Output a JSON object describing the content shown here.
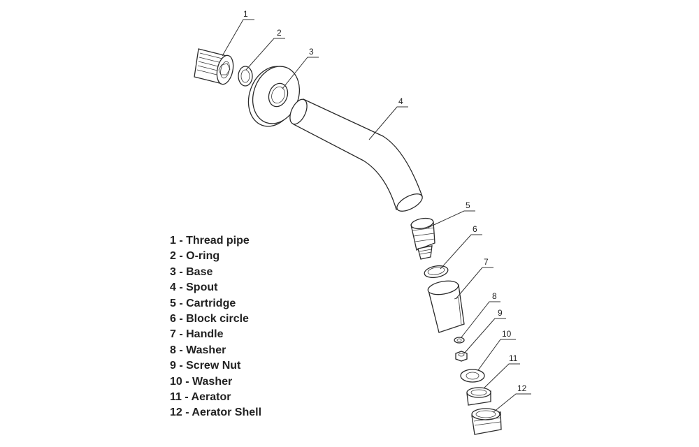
{
  "callouts": [
    "1",
    "2",
    "3",
    "4",
    "5",
    "6",
    "7",
    "8",
    "9",
    "10",
    "11",
    "12"
  ],
  "legend": [
    "1 - Thread pipe",
    "2 - O-ring",
    "3 - Base",
    "4 - Spout",
    "5 - Cartridge",
    "6 - Block circle",
    "7 - Handle",
    "8 - Washer",
    "9 - Screw Nut",
    "10 - Washer",
    "11 - Aerator",
    "12 - Aerator Shell"
  ]
}
